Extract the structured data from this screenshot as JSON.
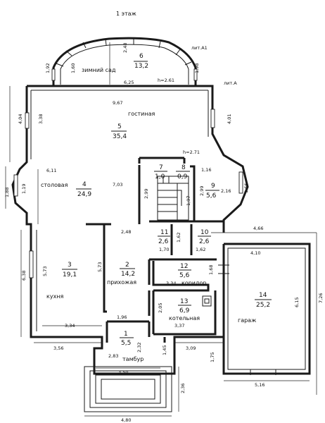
{
  "floor_title": "1 этаж",
  "labels": {
    "lit_a1": "лит.А1",
    "lit_a": "лит.А",
    "h1": "h=2.61",
    "h2": "h=2.71"
  },
  "rooms": [
    {
      "id": "winter-garden",
      "num": "6",
      "area": "13,2",
      "name": "зимний сад"
    },
    {
      "id": "living-room",
      "num": "5",
      "area": "35,4",
      "name": "гостиная"
    },
    {
      "id": "dining-room",
      "num": "4",
      "area": "24,9",
      "name": "столовая"
    },
    {
      "id": "room-7",
      "num": "7",
      "area": "1,0",
      "name": ""
    },
    {
      "id": "room-8",
      "num": "8",
      "area": "0,9",
      "name": ""
    },
    {
      "id": "room-9",
      "num": "9",
      "area": "5,6",
      "name": ""
    },
    {
      "id": "room-11",
      "num": "11",
      "area": "2,6",
      "name": ""
    },
    {
      "id": "room-10",
      "num": "10",
      "area": "2,6",
      "name": ""
    },
    {
      "id": "kitchen",
      "num": "3",
      "area": "19,1",
      "name": "кухня"
    },
    {
      "id": "hallway",
      "num": "2",
      "area": "14,2",
      "name": "прихожая"
    },
    {
      "id": "corridor",
      "num": "12",
      "area": "5,6",
      "name": "коридор"
    },
    {
      "id": "boiler-room",
      "num": "13",
      "area": "6,9",
      "name": "котельная"
    },
    {
      "id": "vestibule",
      "num": "1",
      "area": "5,5",
      "name": "тамбур"
    },
    {
      "id": "garage",
      "num": "14",
      "area": "25,2",
      "name": "гараж"
    }
  ],
  "dims": {
    "d_2_48_top": "2,48",
    "d_1_92": "1,92",
    "d_1_60": "1,60",
    "d_1_98": "1,98",
    "d_6_25": "6,25",
    "d_9_67": "9,67",
    "d_4_04": "4,04",
    "d_3_38": "3,38",
    "d_4_01": "4,01",
    "d_6_11": "6,11",
    "d_1_88": "1,88",
    "d_1_19": "1,19",
    "d_7_03": "7,03",
    "d_2_99a": "2,99",
    "d_2_99b": "2,99",
    "d_1_97": "1,97",
    "d_1_16": "1,16",
    "d_2_16": "2,16",
    "d_1_66": "1,66",
    "d_2_48_mid": "2,48",
    "d_1_62a": "1,62",
    "d_1_70": "1,70",
    "d_1_62b": "1,62",
    "d_4_66": "4,66",
    "d_4_10": "4,10",
    "d_1_68": "1,68",
    "d_6_38": "6,38",
    "d_5_73a": "5,73",
    "d_5_73b": "5,73",
    "d_3_34a": "3,34",
    "d_2_05": "2,05",
    "d_6_15": "6,15",
    "d_7_26": "7,26",
    "d_1_96": "1,96",
    "d_3_34b": "3,34",
    "d_3_37": "3,37",
    "d_2_32": "2,32",
    "d_1_45": "1,45",
    "d_3_56": "3,56",
    "d_3_09": "3,09",
    "d_1_75": "1,75",
    "d_2_83": "2,83",
    "d_3_50": "3,50",
    "d_5_16": "5,16",
    "d_2_36": "2,36",
    "d_4_80": "4,80"
  }
}
